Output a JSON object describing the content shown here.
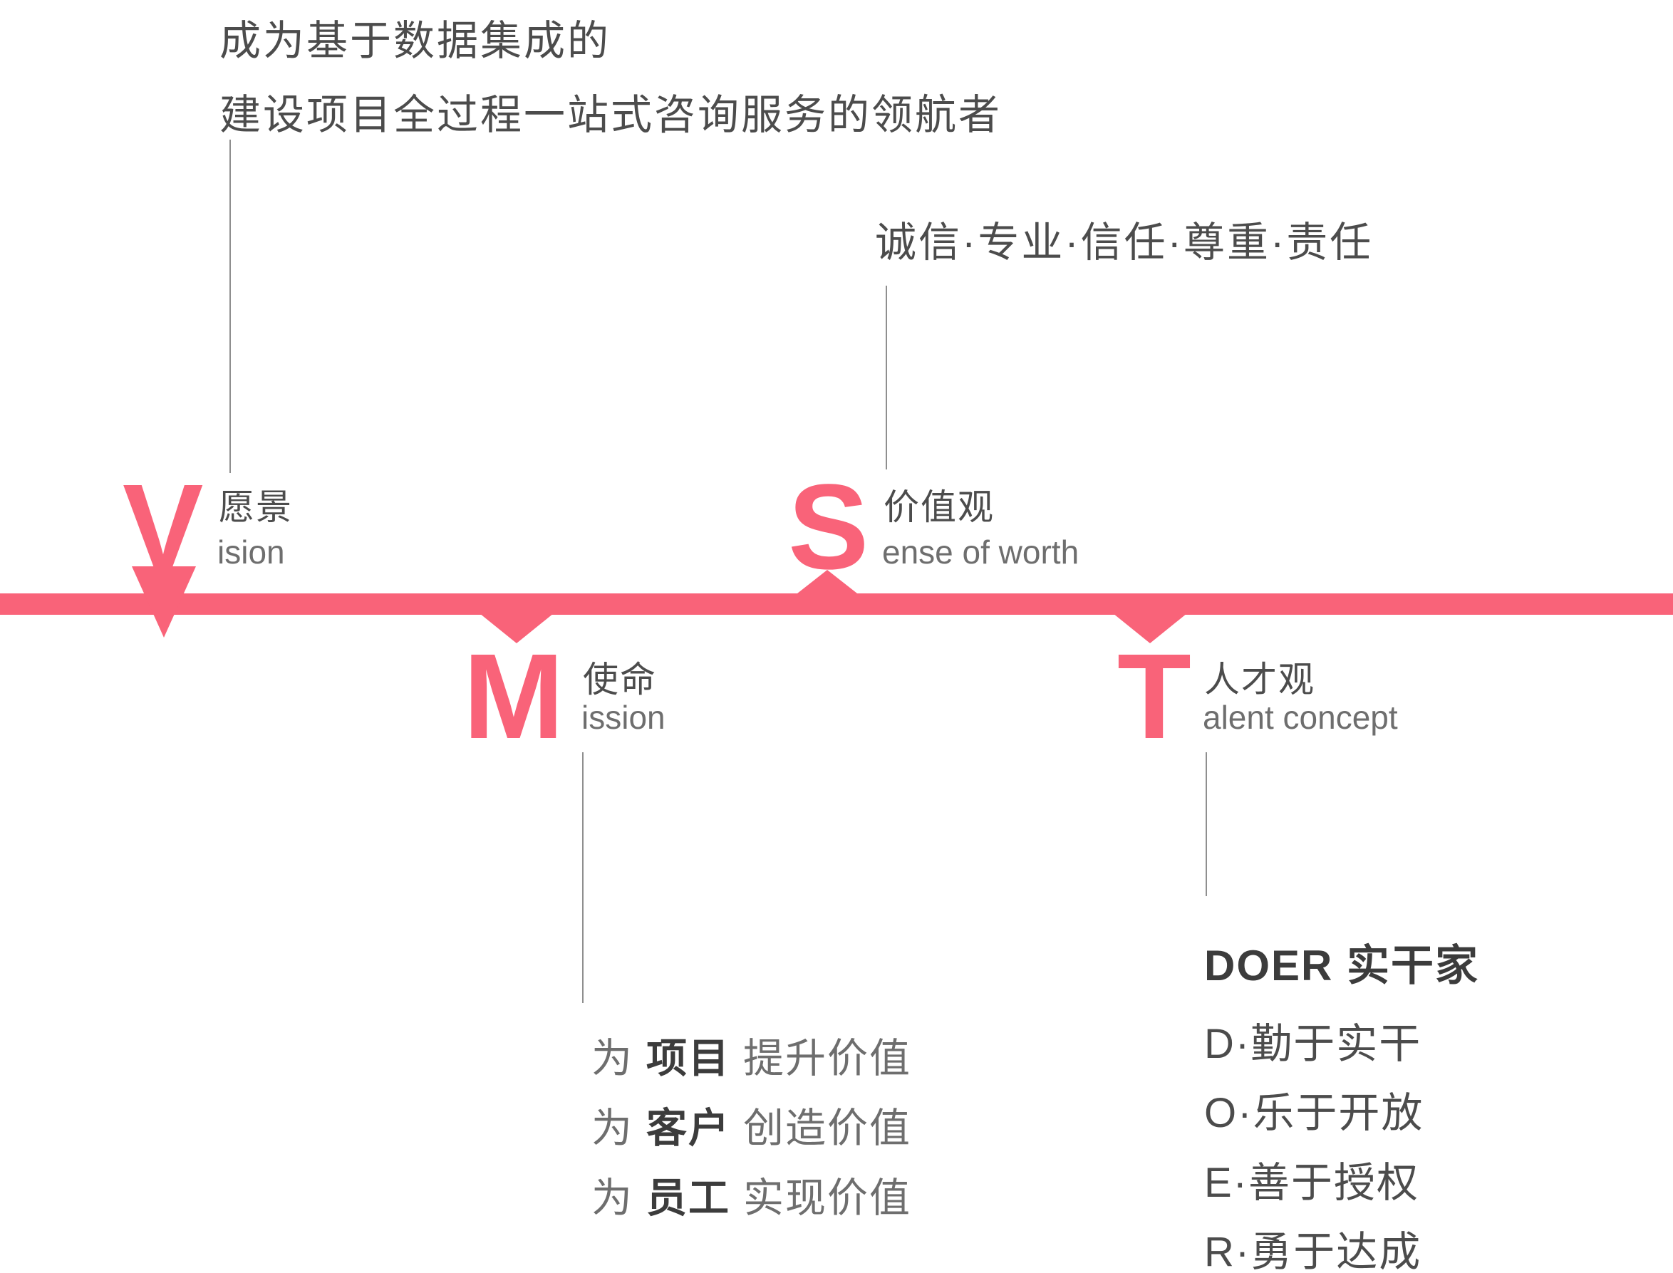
{
  "colors": {
    "accent": "#F96379",
    "text_dark": "#3C3C3C",
    "text_medium": "#4C4C4C",
    "text_gray": "#6E6E6E",
    "line": "#8F8F8F"
  },
  "vision": {
    "letter": "V",
    "label_zh": "愿景",
    "label_en_rest": "ision",
    "statement_line1": "成为基于数据集成的",
    "statement_line2": "建设项目全过程一站式咨询服务的领航者"
  },
  "sense": {
    "letter": "S",
    "label_zh": "价值观",
    "label_en_rest": "ense of worth",
    "values": "诚信·专业·信任·尊重·责任"
  },
  "mission": {
    "letter": "M",
    "label_zh": "使命",
    "label_en_rest": "ission",
    "items": [
      {
        "prefix": "为",
        "target": "项目",
        "suffix": "提升价值"
      },
      {
        "prefix": "为",
        "target": "客户",
        "suffix": "创造价值"
      },
      {
        "prefix": "为",
        "target": "员工",
        "suffix": "实现价值"
      }
    ]
  },
  "talent": {
    "letter": "T",
    "label_zh": "人才观",
    "label_en_rest": "alent concept",
    "heading": "DOER 实干家",
    "items": [
      "D·勤于实干",
      "O·乐于开放",
      "E·善于授权",
      "R·勇于达成"
    ]
  }
}
